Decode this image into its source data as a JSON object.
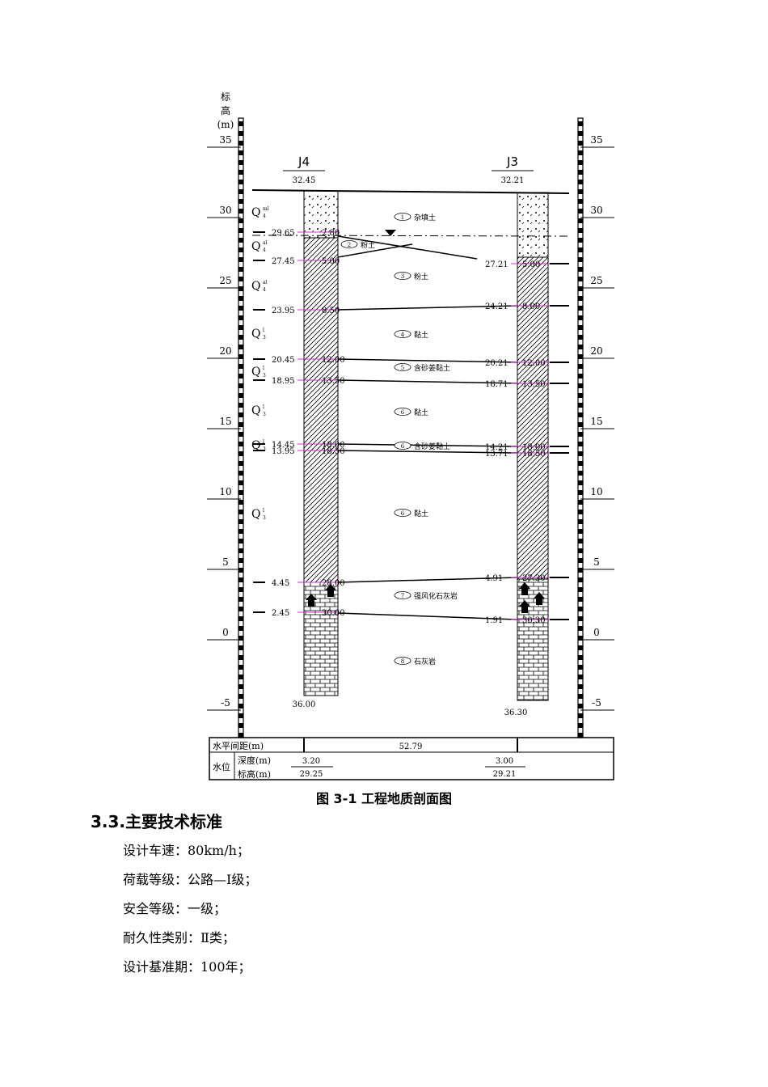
{
  "figure": {
    "axis_title": [
      "标",
      "高",
      "(m)"
    ],
    "left_ticks": [
      35,
      30,
      25,
      20,
      15,
      10,
      5,
      0,
      -5
    ],
    "right_ticks": [
      35,
      30,
      25,
      20,
      15,
      10,
      5,
      0,
      -5
    ],
    "boreholes": [
      {
        "name": "J4",
        "top_elev": "32.45",
        "bottom_depth": "36.00",
        "layer_elevations": [
          "29.65",
          "27.45",
          "23.95",
          "20.45",
          "18.95",
          "14.45",
          "13.95",
          "4.45",
          "2.45"
        ],
        "layer_depths": [
          "2.80",
          "5.00",
          "8.50",
          "12.00",
          "13.50",
          "18.00",
          "18.50",
          "28.00",
          "30.00"
        ]
      },
      {
        "name": "J3",
        "top_elev": "32.21",
        "bottom_depth": "36.30",
        "layer_elevations": [
          "27.21",
          "24.21",
          "20.21",
          "18.71",
          "14.21",
          "13.71",
          "4.91",
          "1.91"
        ],
        "layer_depths": [
          "5.00",
          "8.00",
          "12.00",
          "13.50",
          "18.00",
          "18.50",
          "27.30",
          "30.30"
        ]
      }
    ],
    "layers": [
      {
        "num": "1",
        "name": "杂填土"
      },
      {
        "num": "2",
        "name": "粉土"
      },
      {
        "num": "3",
        "name": "粉土"
      },
      {
        "num": "4",
        "name": "黏土"
      },
      {
        "num": "5",
        "name": "含砂姜黏土"
      },
      {
        "num": "6",
        "name": "黏土"
      },
      {
        "num": "6",
        "name": "含砂姜黏土"
      },
      {
        "num": "6",
        "name": "黏土"
      },
      {
        "num": "7",
        "name": "强风化石灰岩"
      },
      {
        "num": "8",
        "name": "石灰岩"
      }
    ],
    "ages": [
      {
        "base": "Q",
        "sup": "ml",
        "sub": "4"
      },
      {
        "base": "Q",
        "sup": "al",
        "sub": "4"
      },
      {
        "base": "Q",
        "sup": "al",
        "sub": "4"
      },
      {
        "base": "Q",
        "sup": "l",
        "sub": "3"
      },
      {
        "base": "Q",
        "sup": "l",
        "sub": "3"
      },
      {
        "base": "Q",
        "sup": "l",
        "sub": "3"
      },
      {
        "base": "Q",
        "sup": "l",
        "sub": "3"
      },
      {
        "base": "Q",
        "sup": "l",
        "sub": "3"
      }
    ],
    "table": {
      "row1_label": "水平间距(m)",
      "distance": "52.79",
      "row2_label": "水位",
      "depth_label": "深度(m)",
      "elev_label": "标高(m)",
      "j4_depth": "3.20",
      "j4_elev": "29.25",
      "j3_depth": "3.00",
      "j3_elev": "29.21"
    }
  },
  "caption": "图 3-1  工程地质剖面图",
  "heading": "3.3.主要技术标准",
  "standards": [
    "设计车速：80km/h；",
    "荷载等级：公路—Ⅰ级；",
    "安全等级：一级；",
    "耐久性类别：Ⅱ类；",
    "设计基准期：100年；"
  ]
}
